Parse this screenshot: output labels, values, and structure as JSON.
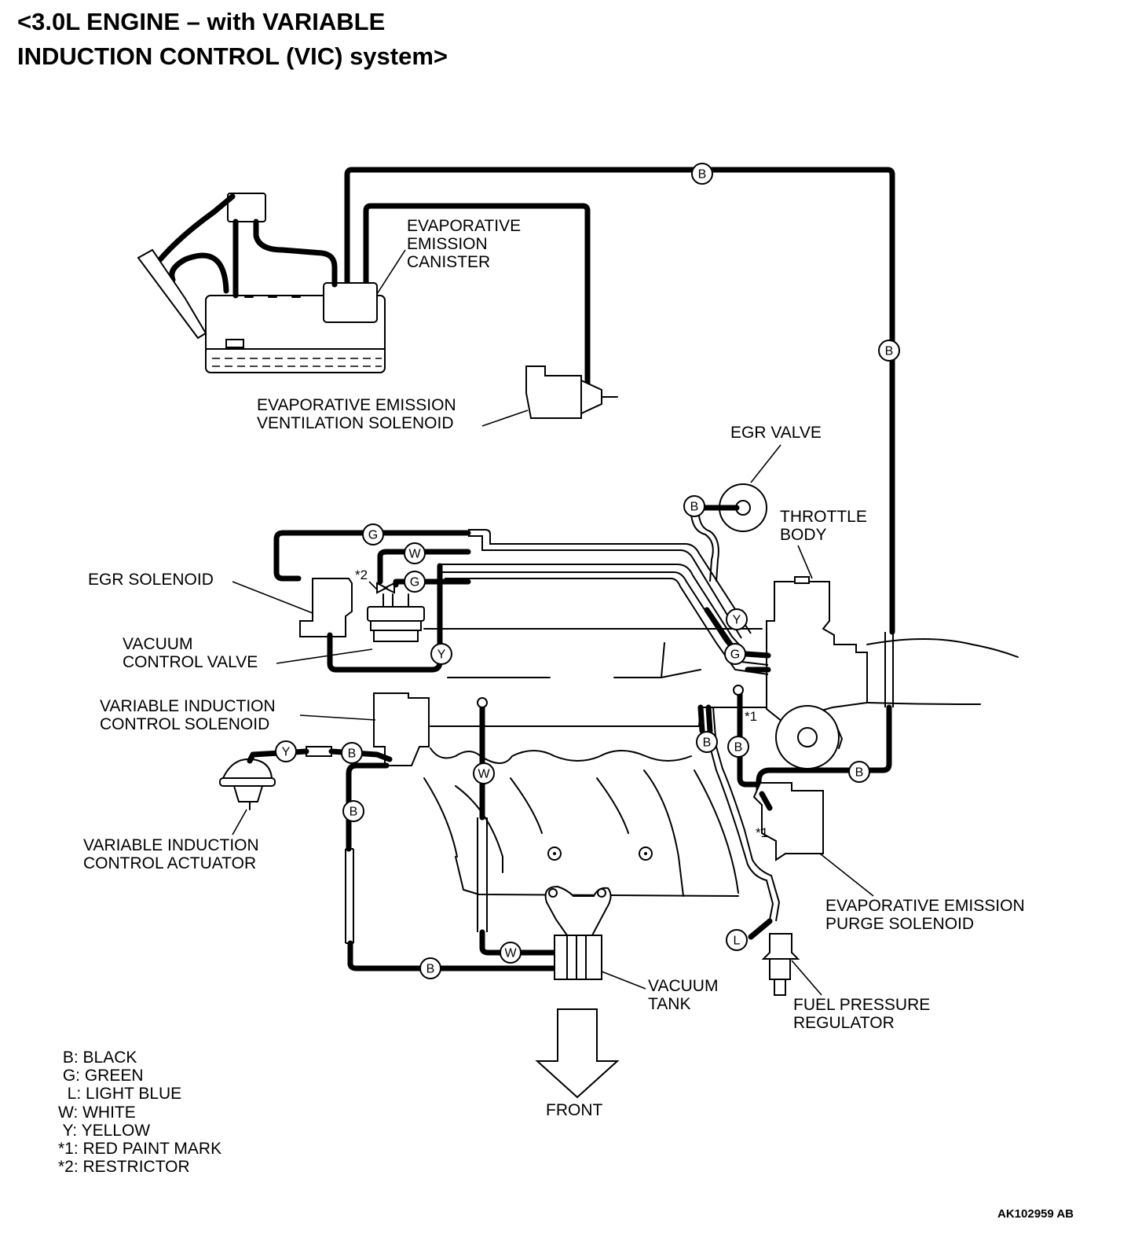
{
  "title": {
    "line1": "<3.0L ENGINE – with VARIABLE",
    "line2": "INDUCTION CONTROL (VIC) system>"
  },
  "labels": {
    "canister": "EVAPORATIVE\nEMISSION\nCANISTER",
    "ventilation_solenoid": "EVAPORATIVE EMISSION\nVENTILATION SOLENOID",
    "egr_valve": "EGR VALVE",
    "throttle_body": "THROTTLE\nBODY",
    "egr_solenoid": "EGR SOLENOID",
    "vacuum_control_valve": "VACUUM\nCONTROL VALVE",
    "vic_solenoid": "VARIABLE INDUCTION\nCONTROL SOLENOID",
    "vic_actuator": "VARIABLE INDUCTION\nCONTROL ACTUATOR",
    "purge_solenoid": "EVAPORATIVE EMISSION\nPURGE SOLENOID",
    "vacuum_tank": "VACUUM\nTANK",
    "fuel_pressure_regulator": "FUEL PRESSURE\nREGULATOR",
    "front": "FRONT",
    "mark1": "*1",
    "mark2": "*2"
  },
  "hose_tags": {
    "b": "B",
    "g": "G",
    "l": "L",
    "w": "W",
    "y": "Y"
  },
  "legend": [
    " B: BLACK",
    " G: GREEN",
    "  L: LIGHT BLUE",
    "W: WHITE",
    " Y: YELLOW",
    "*1: RED PAINT MARK",
    "*2: RESTRICTOR"
  ],
  "figure_code": "AK102959 AB"
}
